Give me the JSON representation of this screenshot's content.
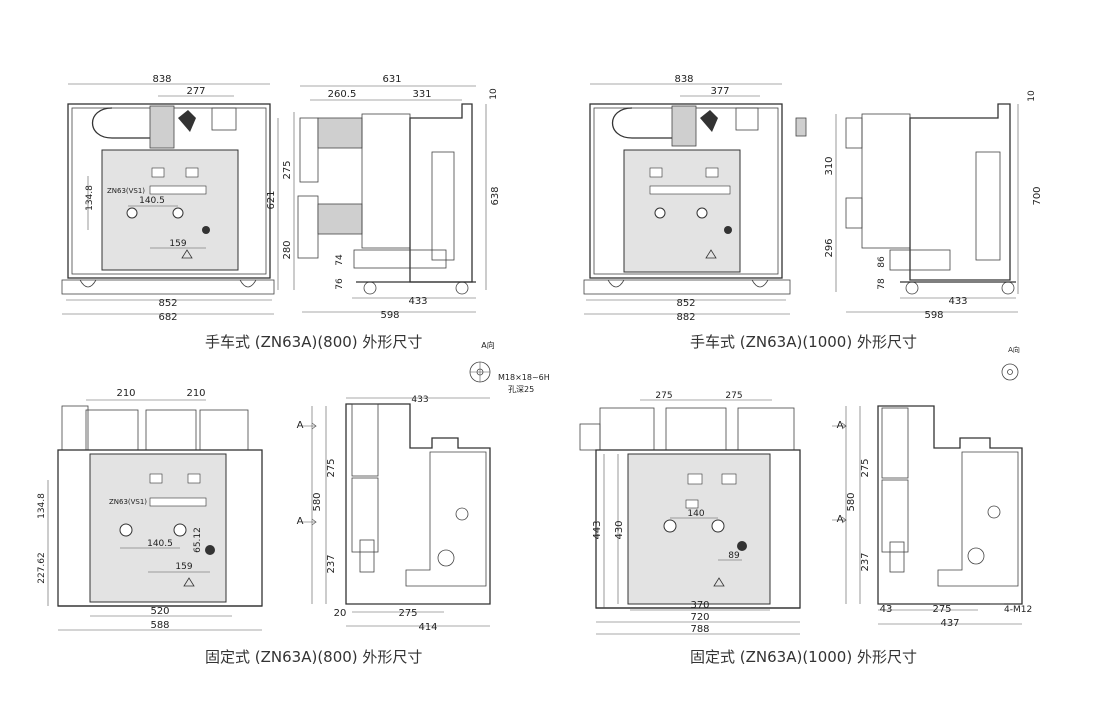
{
  "views": {
    "tl": {
      "caption": "手车式 (ZN63A)(800) 外形尺寸",
      "dims": [
        "838",
        "277",
        "134.8",
        "140.5",
        "159",
        "852",
        "682"
      ],
      "labels": [
        "ZN63(VS1)"
      ]
    },
    "tl_side": {
      "dims": [
        "631",
        "260.5",
        "331",
        "10",
        "275",
        "621",
        "638",
        "280",
        "74",
        "76",
        "433",
        "598"
      ]
    },
    "tr": {
      "caption": "手车式 (ZN63A)(1000) 外形尺寸",
      "dims": [
        "838",
        "377",
        "852",
        "882"
      ]
    },
    "tr_side": {
      "dims": [
        "10",
        "310",
        "700",
        "296",
        "86",
        "78",
        "433",
        "598"
      ]
    },
    "bl": {
      "caption": "固定式 (ZN63A)(800) 外形尺寸",
      "dims": [
        "210",
        "210",
        "134.8",
        "227.62",
        "140.5",
        "65.12",
        "159",
        "520",
        "588"
      ],
      "labels": [
        "ZN63(VS1)"
      ]
    },
    "bl_side": {
      "dims": [
        "433",
        "275",
        "580",
        "237",
        "20",
        "275",
        "414"
      ],
      "labels": [
        "A",
        "A"
      ],
      "note": [
        "A向",
        "M18×18~6H",
        "孔深25"
      ]
    },
    "br": {
      "caption": "固定式 (ZN63A)(1000) 外形尺寸",
      "dims": [
        "275",
        "275",
        "443",
        "430",
        "140",
        "89",
        "370",
        "720",
        "788"
      ]
    },
    "br_side": {
      "dims": [
        "275",
        "580",
        "237",
        "43",
        "275",
        "4-M12",
        "437"
      ],
      "labels": [
        "A",
        "A"
      ],
      "note": [
        "A向"
      ]
    }
  }
}
